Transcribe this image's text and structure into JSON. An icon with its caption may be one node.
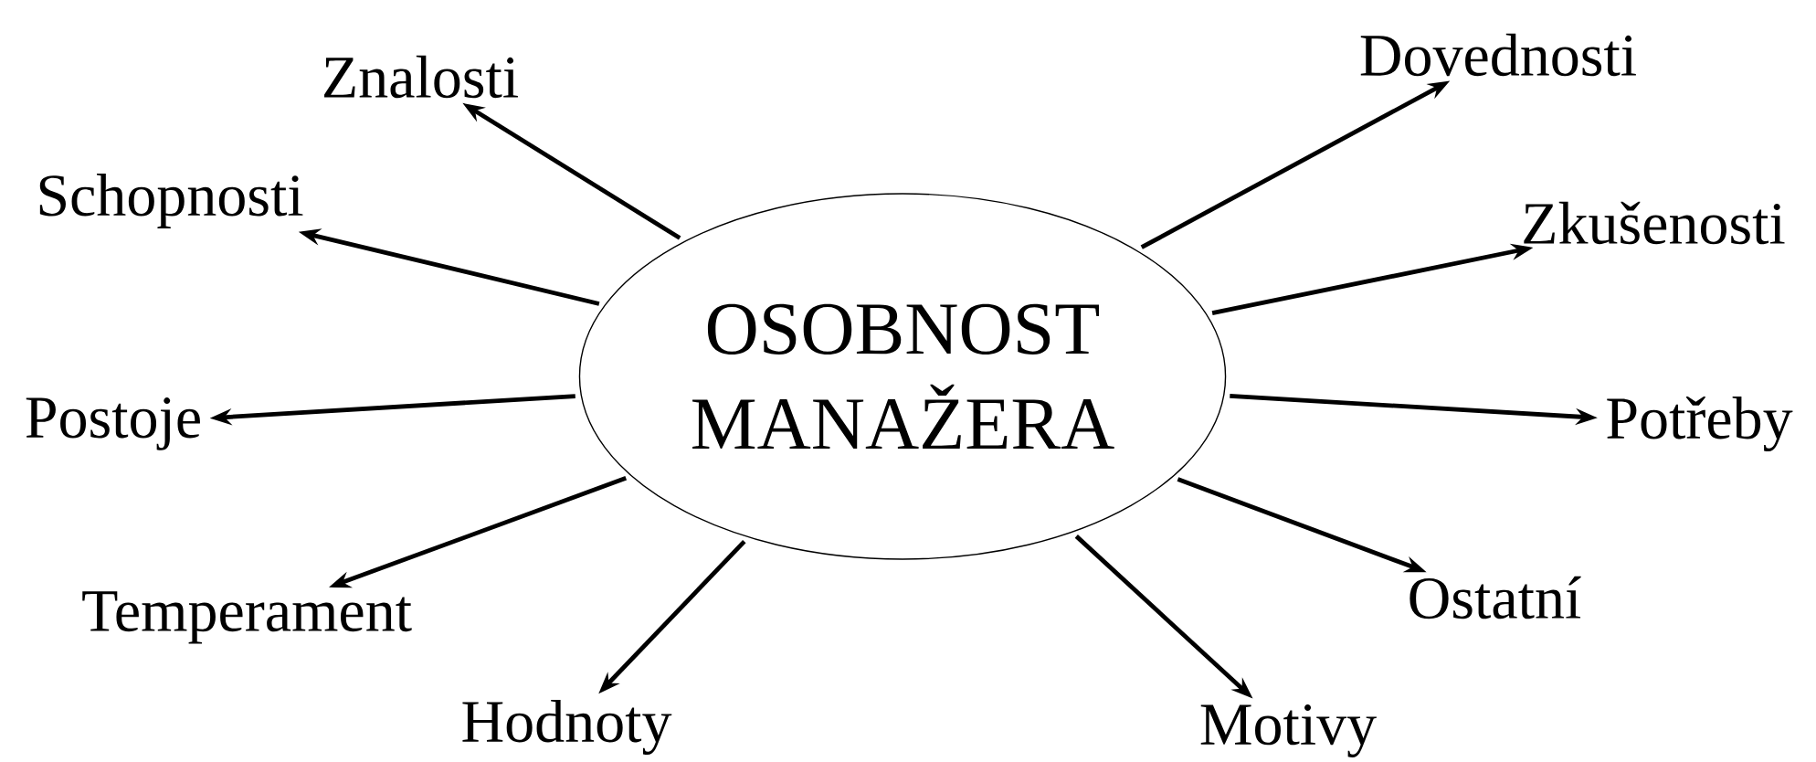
{
  "diagram": {
    "nodes": [
      {
        "text": [
          "OSOBNOST MANAŽERA"
        ]
      },
      {
        "text": [
          "Znalosti"
        ]
      },
      {
        "text": [
          "Schopnosti"
        ]
      },
      {
        "text": [
          "Postoje"
        ]
      },
      {
        "text": [
          "Temperament"
        ]
      },
      {
        "text": [
          "Hodnoty"
        ]
      },
      {
        "text": [
          "Dovednosti"
        ]
      },
      {
        "text": [
          "Zkušenosti"
        ]
      },
      {
        "text": [
          "Potřeby"
        ]
      },
      {
        "text": [
          "Ostatní"
        ]
      },
      {
        "text": [
          "Motivy"
        ]
      }
    ],
    "edges": [
      {
        "from": 0,
        "to": 1,
        "arrow": "to"
      },
      {
        "from": 0,
        "to": 2,
        "arrow": "to"
      },
      {
        "from": 0,
        "to": 3,
        "arrow": "to"
      },
      {
        "from": 0,
        "to": 4,
        "arrow": "to"
      },
      {
        "from": 0,
        "to": 5,
        "arrow": "to"
      },
      {
        "from": 0,
        "to": 6,
        "arrow": "to"
      },
      {
        "from": 0,
        "to": 7,
        "arrow": "to"
      },
      {
        "from": 0,
        "to": 8,
        "arrow": "to"
      },
      {
        "from": 0,
        "to": 9,
        "arrow": "to"
      },
      {
        "from": 0,
        "to": 10,
        "arrow": "to"
      }
    ]
  }
}
